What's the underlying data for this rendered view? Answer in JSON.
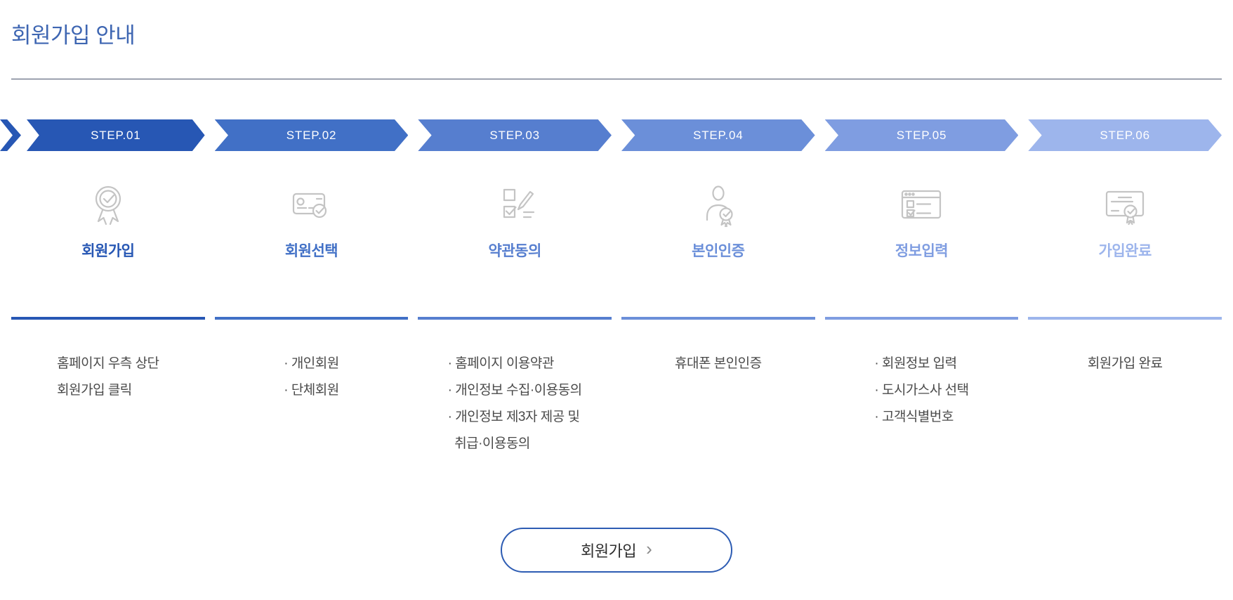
{
  "page": {
    "title": "회원가입 안내"
  },
  "colors": {
    "title": "#3e66b2",
    "divider": "#46506a",
    "desc_text": "#4a4a4a",
    "icon_stroke": "#c4c4c4",
    "button_border": "#2d5cb3",
    "button_text": "#2e2e2e",
    "button_chevron": "#8a8a8a"
  },
  "steps": [
    {
      "label": "STEP.01",
      "name": "회원가입",
      "color": "#2757b4",
      "icon": "award-ribbon-icon",
      "desc": [
        "홈페이지 우측 상단",
        "회원가입 클릭"
      ]
    },
    {
      "label": "STEP.02",
      "name": "회원선택",
      "color": "#4170c6",
      "icon": "id-card-check-icon",
      "desc": [
        "· 개인회원",
        "· 단체회원"
      ]
    },
    {
      "label": "STEP.03",
      "name": "약관동의",
      "color": "#567ecf",
      "icon": "checklist-pen-icon",
      "desc": [
        "· 홈페이지 이용약관",
        "· 개인정보 수집·이용동의",
        "· 개인정보 제3자 제공 및",
        "  취급·이용동의"
      ]
    },
    {
      "label": "STEP.04",
      "name": "본인인증",
      "color": "#6b8fd9",
      "icon": "person-badge-icon",
      "desc": [
        "휴대폰 본인인증"
      ]
    },
    {
      "label": "STEP.05",
      "name": "정보입력",
      "color": "#7f9de1",
      "icon": "browser-form-icon",
      "desc": [
        "· 회원정보 입력",
        "· 도시가스사 선택",
        "· 고객식별번호"
      ]
    },
    {
      "label": "STEP.06",
      "name": "가입완료",
      "color": "#9db5ec",
      "icon": "certificate-check-icon",
      "desc": [
        "회원가입 완료"
      ]
    }
  ],
  "cta": {
    "label": "회원가입",
    "chevron": "›"
  }
}
